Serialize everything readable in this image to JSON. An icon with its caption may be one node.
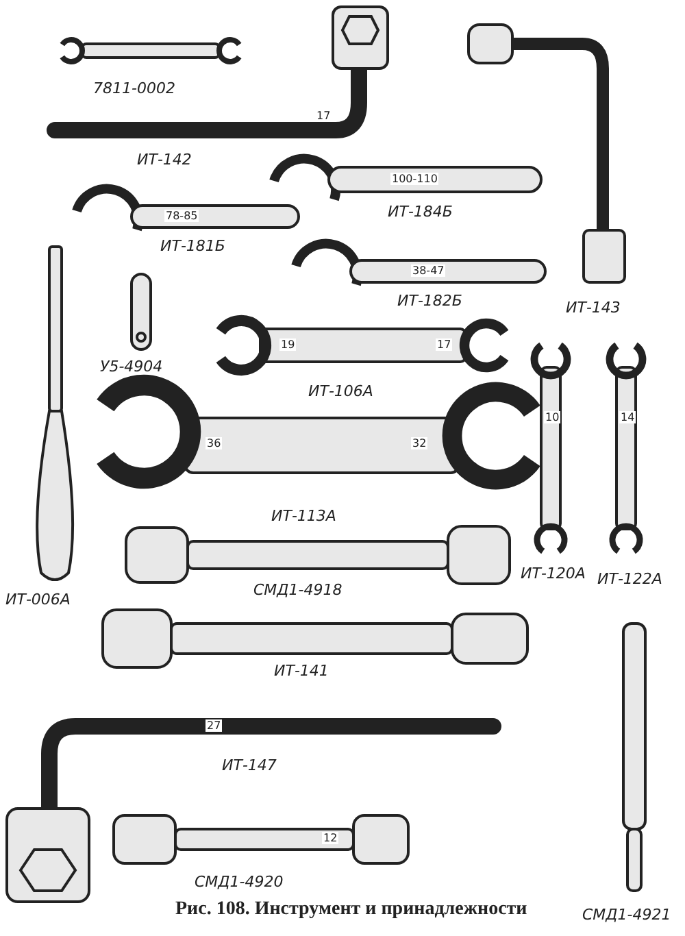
{
  "diagram": {
    "caption": "Рис. 108. Инструмент и принадлежности",
    "labels": [
      "7811-0002",
      "ИТ-142",
      "ИТ-184Б",
      "ИТ-181Б",
      "ИТ-182Б",
      "ИТ-143",
      "У5-4904",
      "ИТ-106А",
      "ИТ-113А",
      "ИТ-006А",
      "ИТ-120А",
      "ИТ-122А",
      "СМД1-4918",
      "ИТ-141",
      "ИТ-147",
      "СМД1-4920",
      "СМД1-4921",
      "17",
      "100-110",
      "78-85",
      "38-47",
      "19",
      "17",
      "36",
      "32",
      "10",
      "14",
      "27",
      "12"
    ]
  }
}
